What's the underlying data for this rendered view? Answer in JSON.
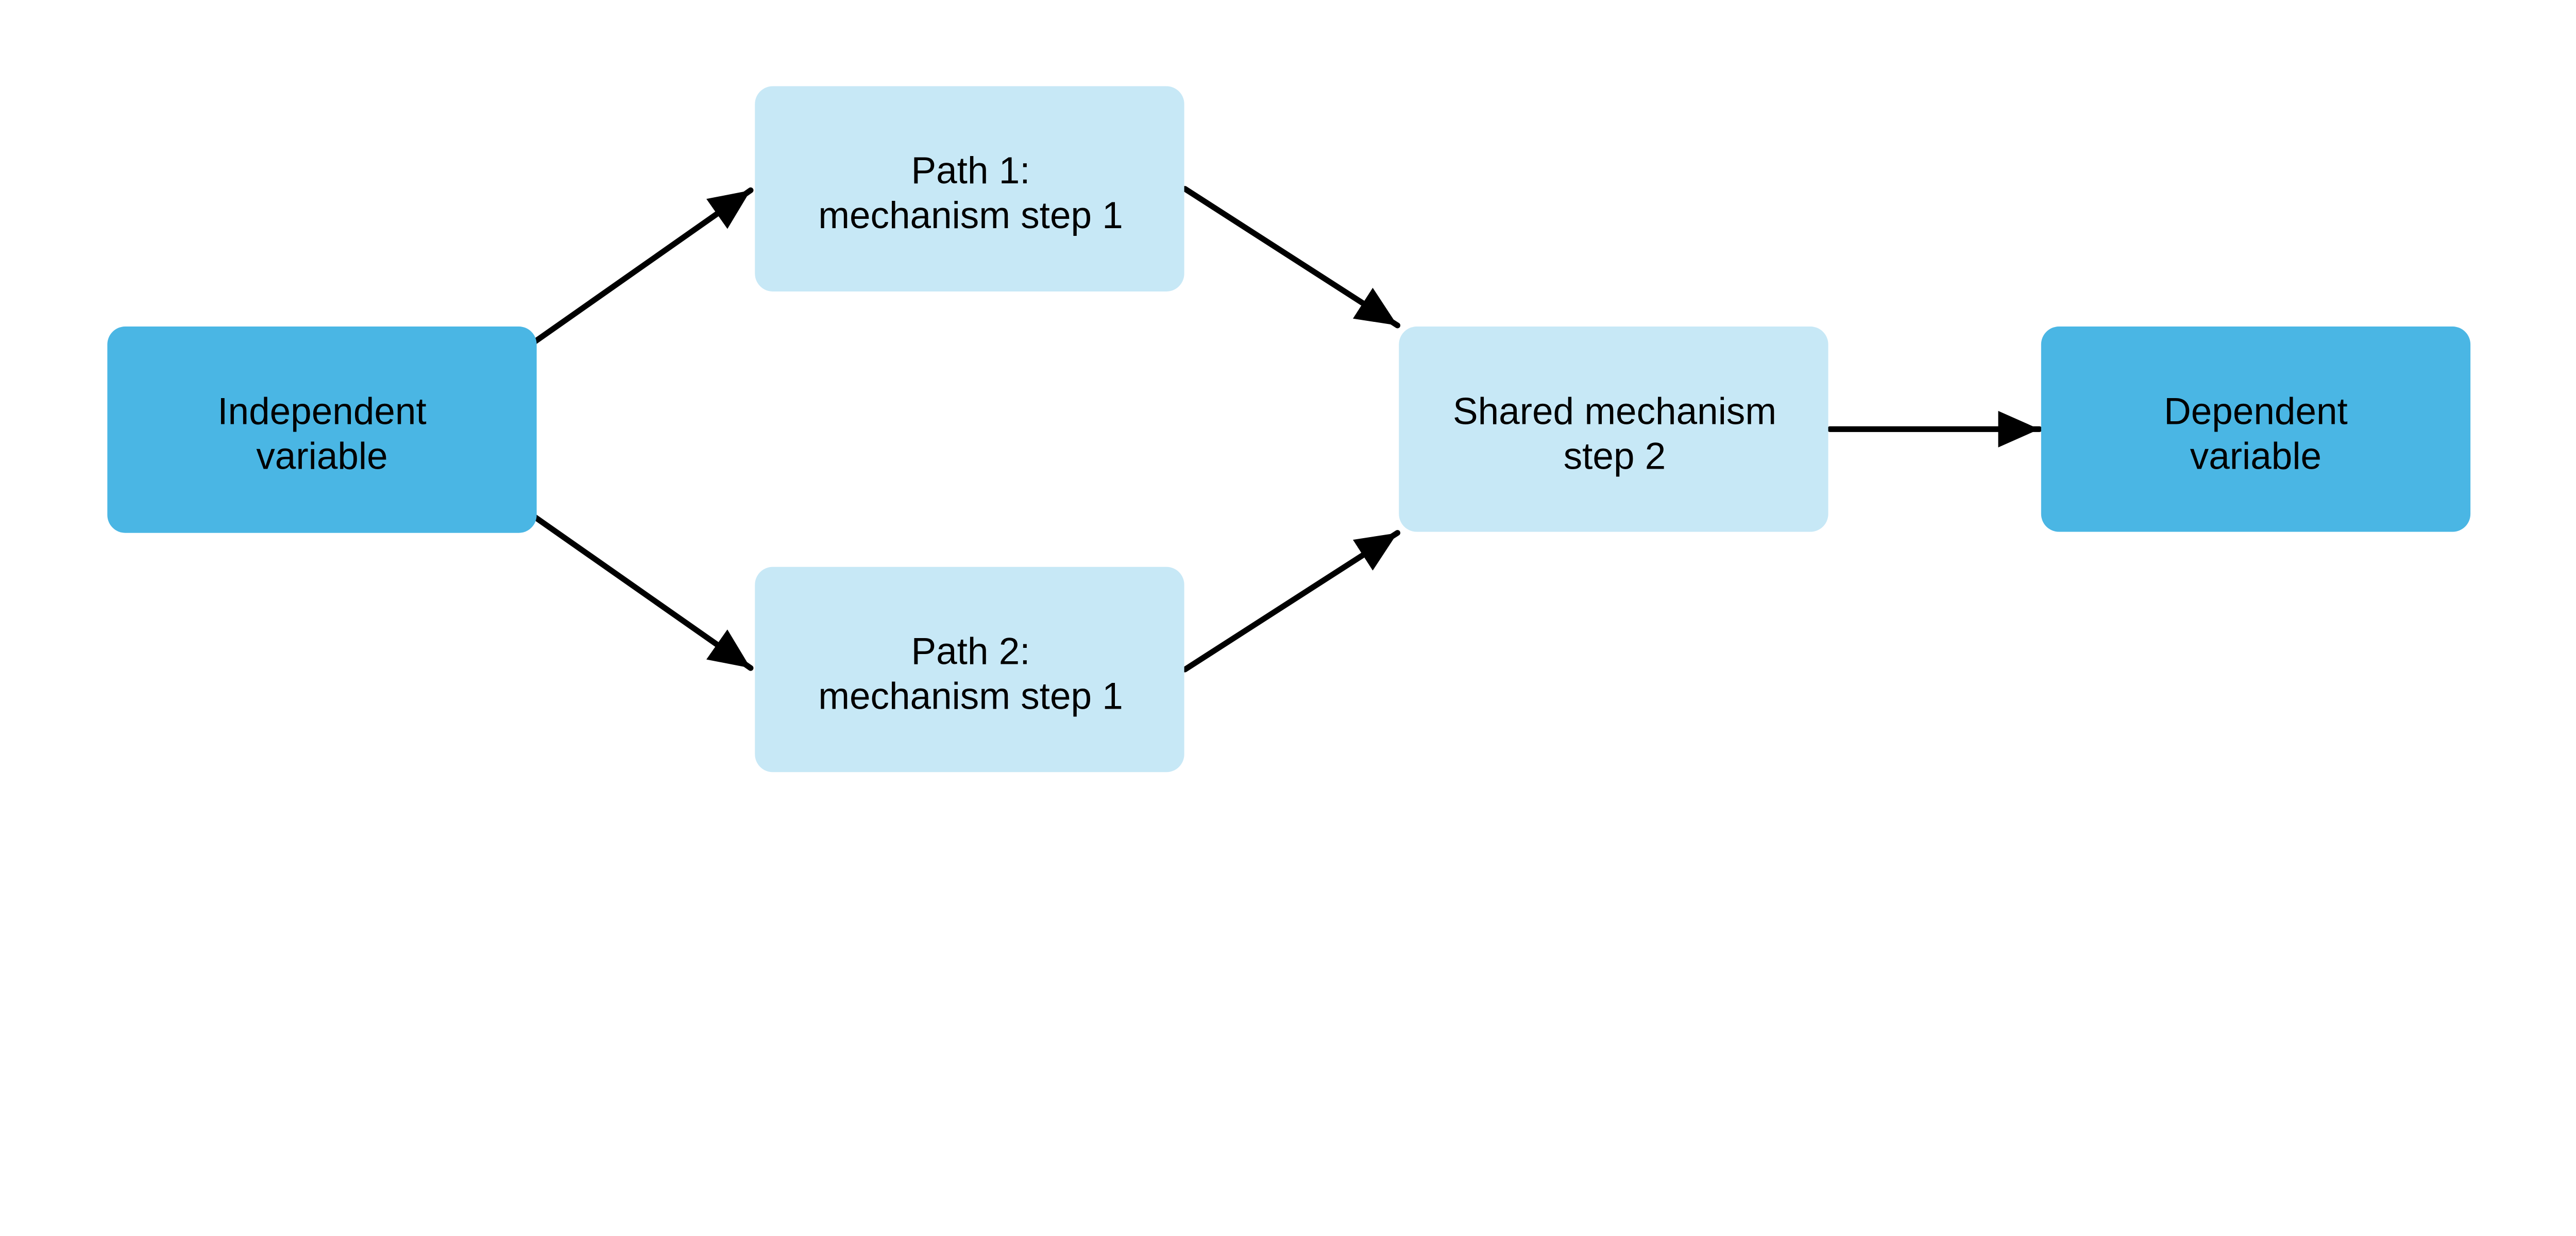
{
  "diagram": {
    "type": "flowchart",
    "direction": "left-to-right",
    "background": "#ffffff",
    "edge_color": "#000000",
    "text_color": "#000000",
    "node_fill_primary": "#4AB6E4",
    "node_fill_secondary": "#C7E8F6",
    "nodes": {
      "independent": {
        "line1": "Independent",
        "line2": "variable"
      },
      "path1": {
        "line1": "Path 1:",
        "line2": "mechanism step 1"
      },
      "path2": {
        "line1": "Path 2:",
        "line2": "mechanism step 1"
      },
      "shared": {
        "line1": "Shared mechanism",
        "line2": "step 2"
      },
      "dependent": {
        "line1": "Dependent",
        "line2": "variable"
      }
    },
    "edges": [
      {
        "from": "Independent variable",
        "to": "Path 1: mechanism step 1"
      },
      {
        "from": "Independent variable",
        "to": "Path 2: mechanism step 1"
      },
      {
        "from": "Path 1: mechanism step 1",
        "to": "Shared mechanism step 2"
      },
      {
        "from": "Path 2: mechanism step 1",
        "to": "Shared mechanism step 2"
      },
      {
        "from": "Shared mechanism step 2",
        "to": "Dependent variable"
      }
    ]
  }
}
